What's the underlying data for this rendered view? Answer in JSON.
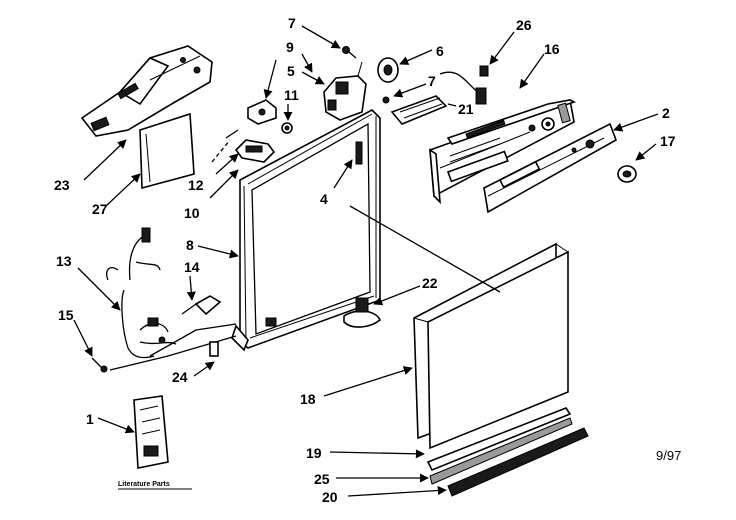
{
  "diagram": {
    "literature_label": "Literature Parts",
    "date_code": "9/97",
    "callouts": {
      "c1": "1",
      "c2": "2",
      "c4": "4",
      "c5": "5",
      "c6": "6",
      "c7a": "7",
      "c7b": "7",
      "c8": "8",
      "c9": "9",
      "c10": "10",
      "c11": "11",
      "c12": "12",
      "c13": "13",
      "c14": "14",
      "c15": "15",
      "c16": "16",
      "c17": "17",
      "c18": "18",
      "c19": "19",
      "c20": "20",
      "c21": "21",
      "c22": "22",
      "c23": "23",
      "c24": "24",
      "c25": "25",
      "c26": "26",
      "c27": "27"
    }
  }
}
